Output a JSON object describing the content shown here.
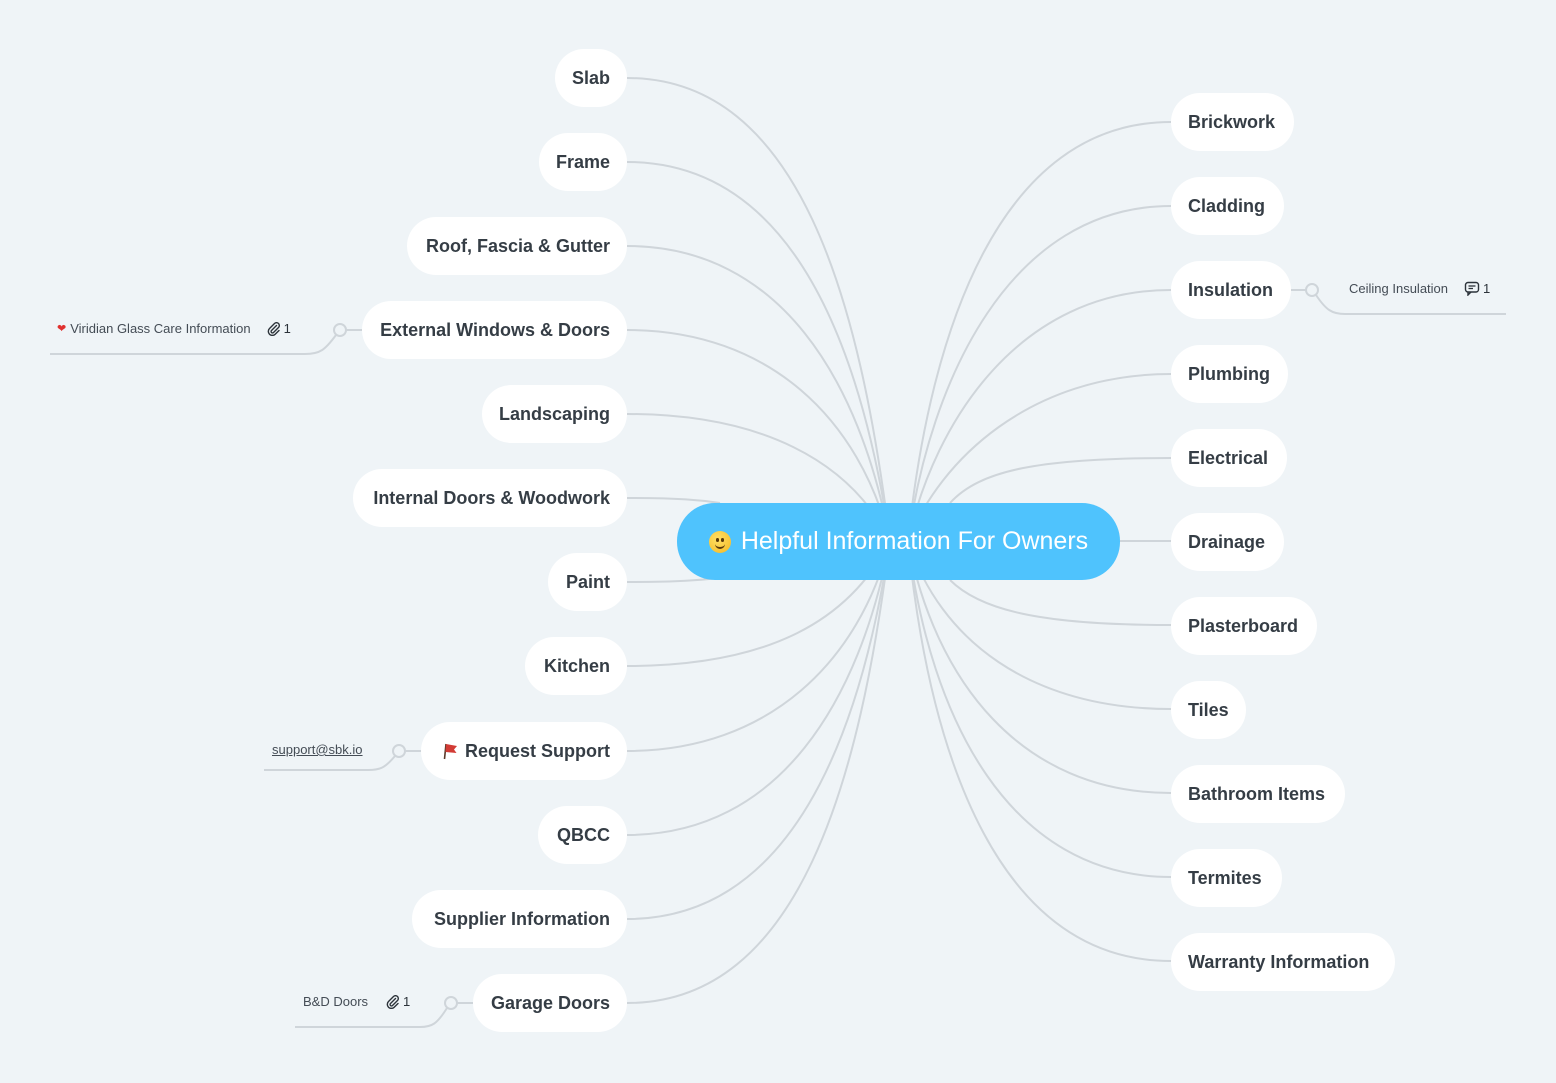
{
  "root": {
    "emoji": "slightly-smiling-face",
    "label": "Helpful Information For Owners",
    "color": "#4fc3fd"
  },
  "left_nodes": [
    {
      "label": "Slab"
    },
    {
      "label": "Frame"
    },
    {
      "label": "Roof, Fascia & Gutter"
    },
    {
      "label": "External Windows & Doors"
    },
    {
      "label": "Landscaping"
    },
    {
      "label": "Internal Doors & Woodwork"
    },
    {
      "label": "Paint"
    },
    {
      "label": "Kitchen"
    },
    {
      "label": "Request Support",
      "icon": "red-flag"
    },
    {
      "label": "QBCC"
    },
    {
      "label": "Supplier Information"
    },
    {
      "label": "Garage Doors"
    }
  ],
  "right_nodes": [
    {
      "label": "Brickwork"
    },
    {
      "label": "Cladding"
    },
    {
      "label": "Insulation"
    },
    {
      "label": "Plumbing"
    },
    {
      "label": "Electrical"
    },
    {
      "label": "Drainage"
    },
    {
      "label": "Plasterboard"
    },
    {
      "label": "Tiles"
    },
    {
      "label": "Bathroom Items"
    },
    {
      "label": "Termites"
    },
    {
      "label": "Warranty Information"
    }
  ],
  "details": {
    "viridian": {
      "icon": "heart",
      "label": "Viridian Glass Care Information",
      "badge_icon": "paperclip",
      "badge_count": "1"
    },
    "ceiling": {
      "label": "Ceiling Insulation",
      "badge_icon": "comment",
      "badge_count": "1"
    },
    "support_email": {
      "label": "support@sbk.io"
    },
    "bd_doors": {
      "label": "B&D Doors",
      "badge_icon": "paperclip",
      "badge_count": "1"
    }
  },
  "colors": {
    "background": "#eff4f7",
    "node_text": "#353d45",
    "link": "#cfd5da",
    "root_bg": "#4fc3fd"
  }
}
